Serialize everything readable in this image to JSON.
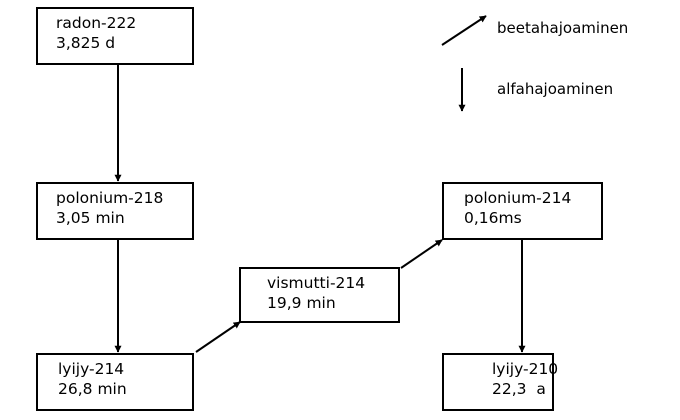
{
  "nuclides": {
    "rn222": {
      "name": "radon-222",
      "half_life": "3,825 d"
    },
    "po218": {
      "name": "polonium-218",
      "half_life": "3,05 min"
    },
    "pb214": {
      "name": "lyijy-214",
      "half_life": "26,8 min"
    },
    "bi214": {
      "name": "vismutti-214",
      "half_life": "19,9 min"
    },
    "po214": {
      "name": "polonium-214",
      "half_life": "0,16ms"
    },
    "pb210": {
      "name": "lyijy-210",
      "half_life": "22,3  a"
    }
  },
  "legend": {
    "beta_label": "beetahajoaminen",
    "alpha_label": "alfahajoaminen"
  },
  "transitions": [
    {
      "from": "radon-222",
      "to": "polonium-218",
      "type": "alfahajoaminen"
    },
    {
      "from": "polonium-218",
      "to": "lyijy-214",
      "type": "alfahajoaminen"
    },
    {
      "from": "lyijy-214",
      "to": "vismutti-214",
      "type": "beetahajoaminen"
    },
    {
      "from": "vismutti-214",
      "to": "polonium-214",
      "type": "beetahajoaminen"
    },
    {
      "from": "polonium-214",
      "to": "lyijy-210",
      "type": "alfahajoaminen"
    }
  ],
  "colors": {
    "stroke": "#000000",
    "background": "#ffffff"
  }
}
